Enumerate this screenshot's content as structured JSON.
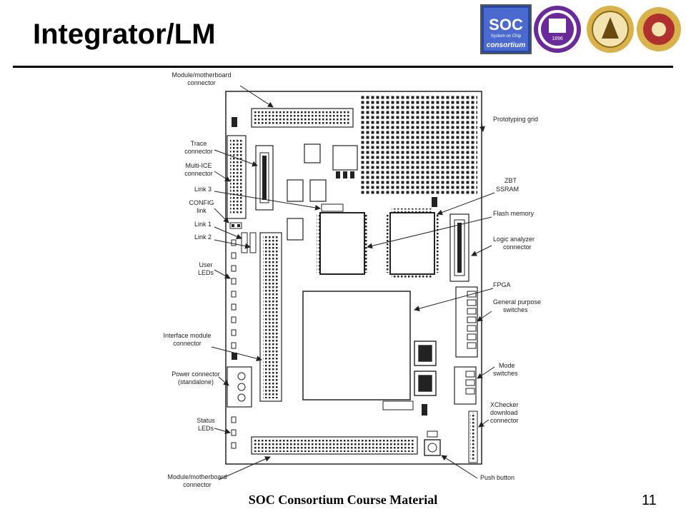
{
  "slide": {
    "title": "Integrator/LM",
    "footer": "SOC Consortium Course Material",
    "page_number": "11"
  },
  "logos": {
    "soc_top": "SOC",
    "soc_sub": "System on Chip",
    "soc_bottom": "consortium",
    "crest_year": "1896"
  },
  "labels": {
    "module_top_1": "Module/motherboard",
    "module_top_2": "connector",
    "trace_1": "Trace",
    "trace_2": "connector",
    "multiice_1": "Multi-ICE",
    "multiice_2": "connector",
    "link3": "Link 3",
    "config_1": "CONFIG",
    "config_2": "link",
    "link1": "Link 1",
    "link2": "Link 2",
    "userleds_1": "User",
    "userleds_2": "LEDs",
    "interface_1": "Interface module",
    "interface_2": "connector",
    "power_1": "Power connector",
    "power_2": "(standalone)",
    "status_1": "Status",
    "status_2": "LEDs",
    "module_bot_1": "Module/motherboard",
    "module_bot_2": "connector",
    "proto": "Prototyping grid",
    "zbt_1": "ZBT",
    "zbt_2": "SSRAM",
    "flash": "Flash memory",
    "logic_1": "Logic analyzer",
    "logic_2": "connector",
    "fpga": "FPGA",
    "gps_1": "General purpose",
    "gps_2": "switches",
    "mode_1": "Mode",
    "mode_2": "switches",
    "xchk_1": "XChecker",
    "xchk_2": "download",
    "xchk_3": "connector",
    "push": "Push button"
  },
  "colors": {
    "line": "#222222",
    "soc_blue": "#2a4aa0",
    "purple": "#6a2a9a",
    "gold": "#c9a23a",
    "red": "#b03030"
  }
}
